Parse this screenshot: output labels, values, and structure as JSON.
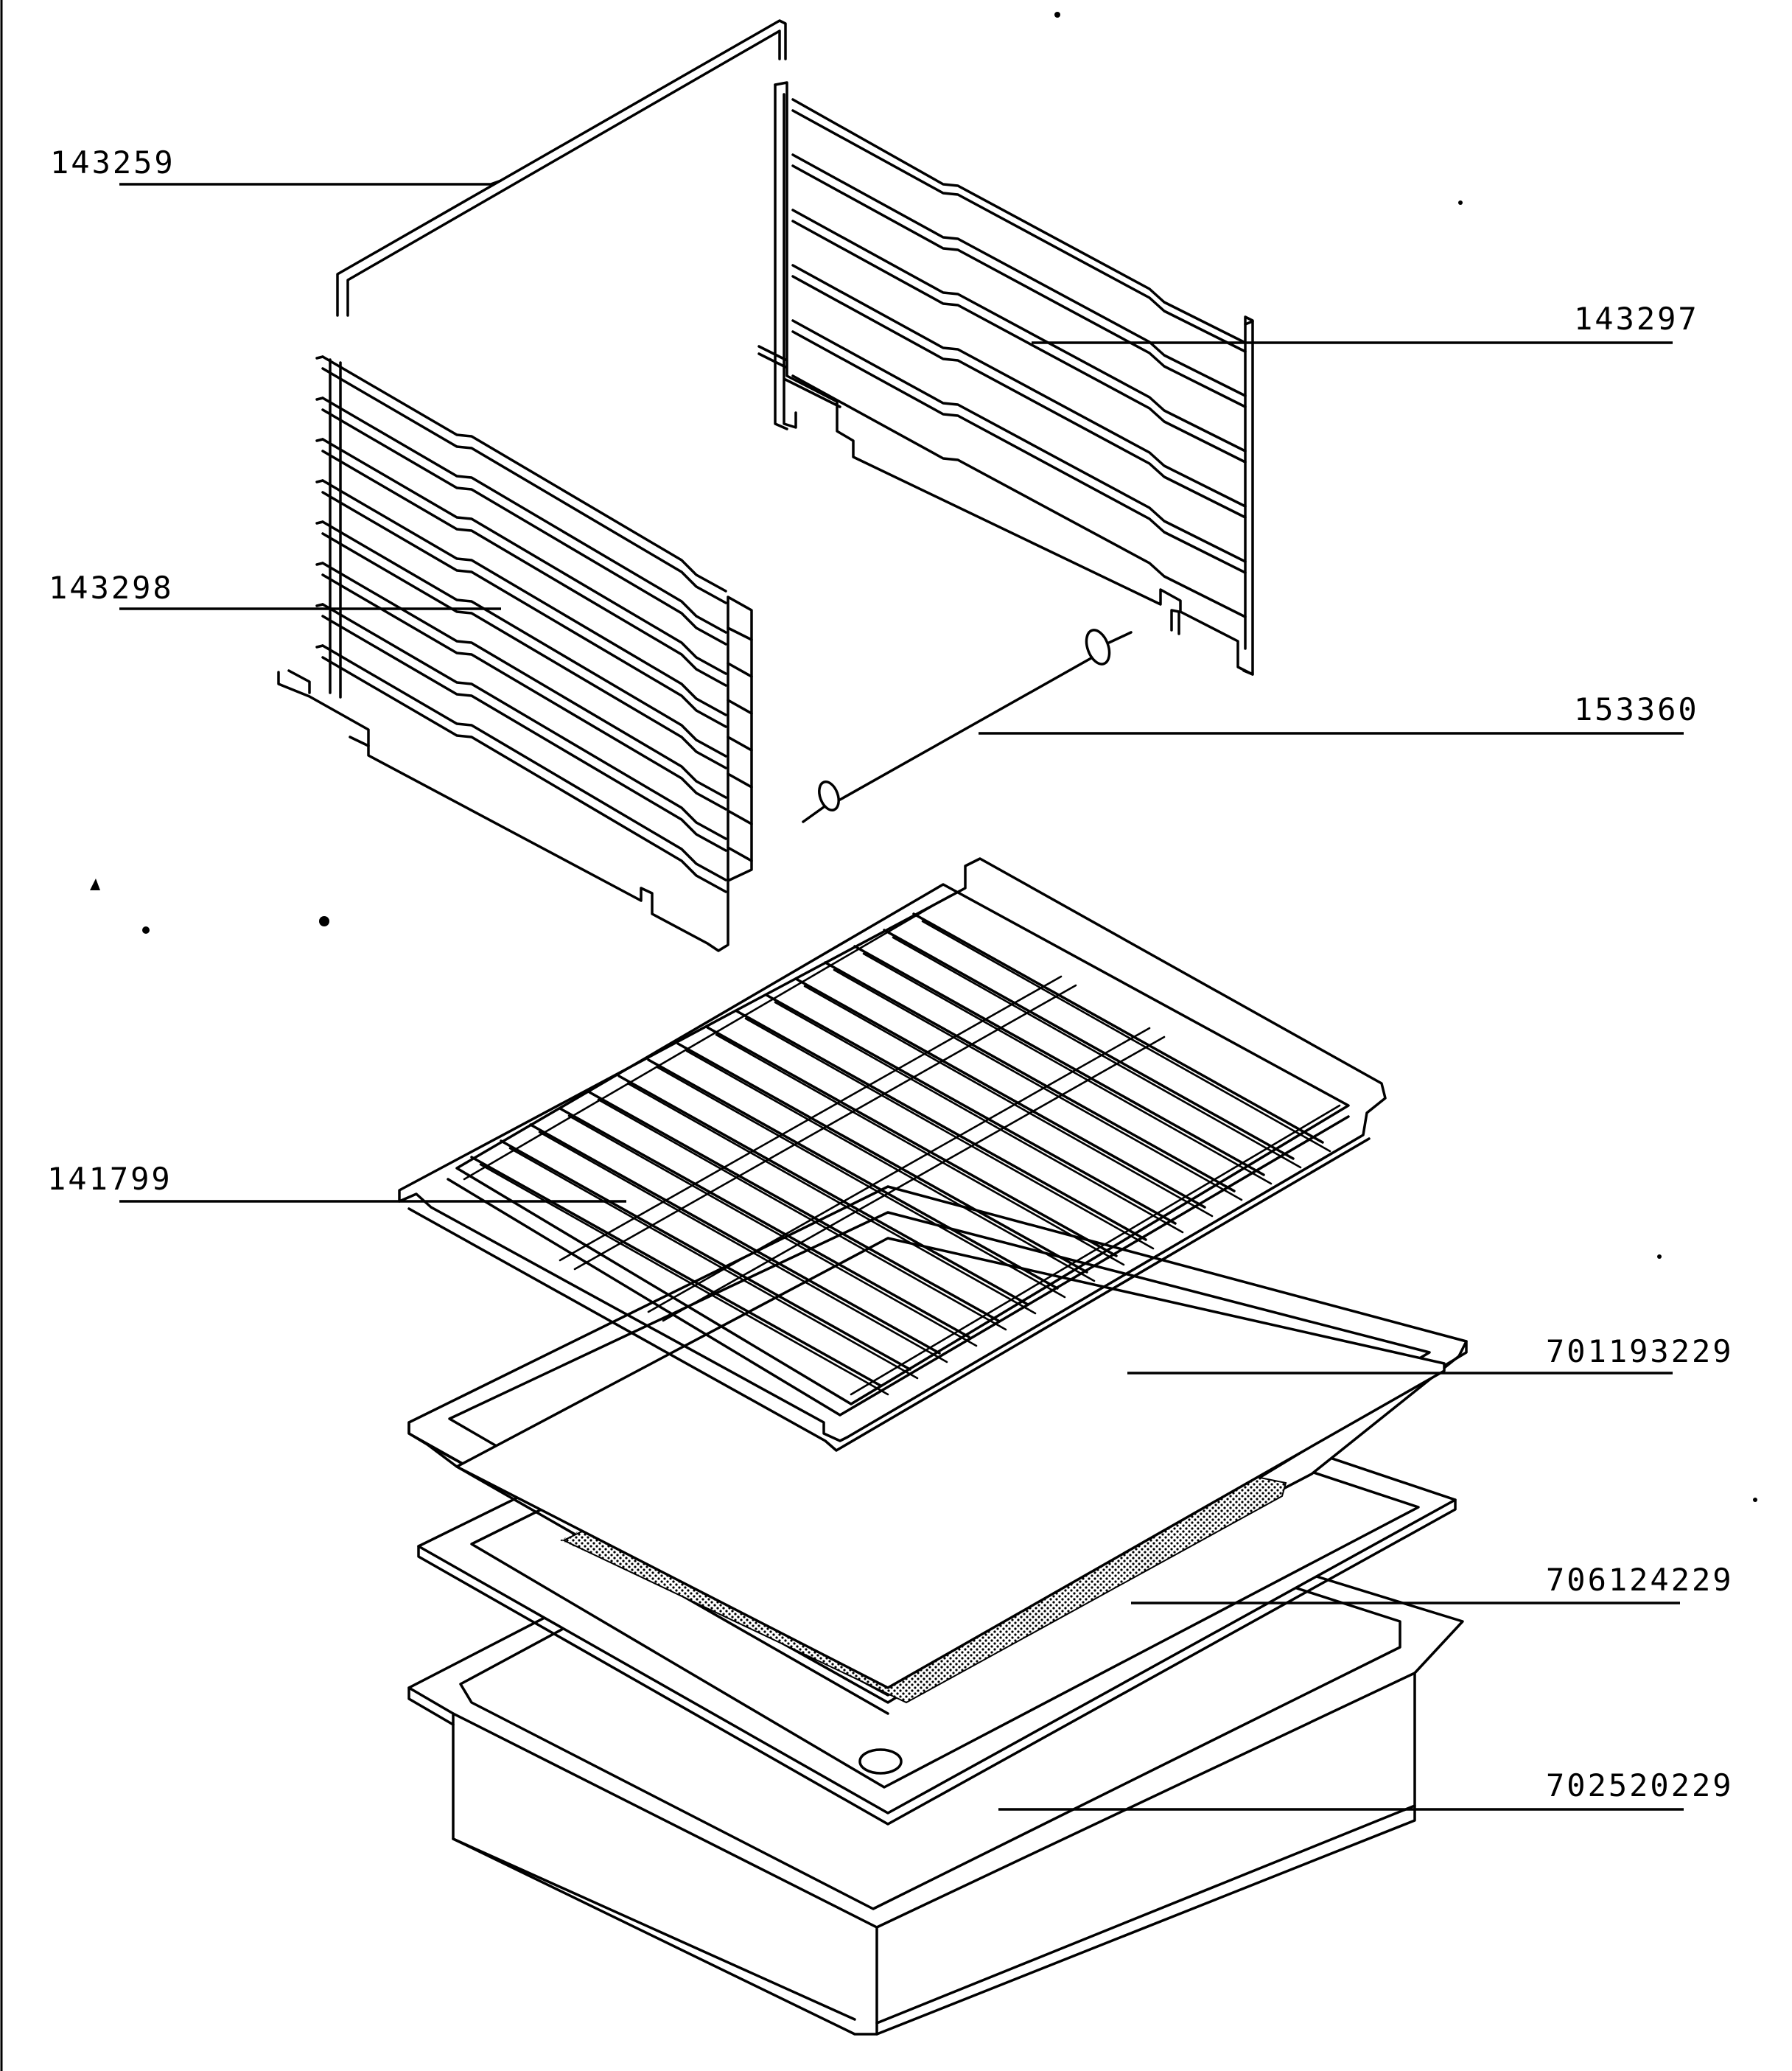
{
  "diagram": {
    "type": "exploded-parts-view",
    "parts": [
      {
        "id": "p1",
        "number": "143259"
      },
      {
        "id": "p2",
        "number": "143297"
      },
      {
        "id": "p3",
        "number": "143298"
      },
      {
        "id": "p4",
        "number": "153360"
      },
      {
        "id": "p5",
        "number": "141799"
      },
      {
        "id": "p6",
        "number": "701193229"
      },
      {
        "id": "p7",
        "number": "706124229"
      },
      {
        "id": "p8",
        "number": "702520229"
      }
    ]
  },
  "colors": {
    "ink": "#000000",
    "paper": "#ffffff",
    "mesh": "#bdbdbd"
  }
}
